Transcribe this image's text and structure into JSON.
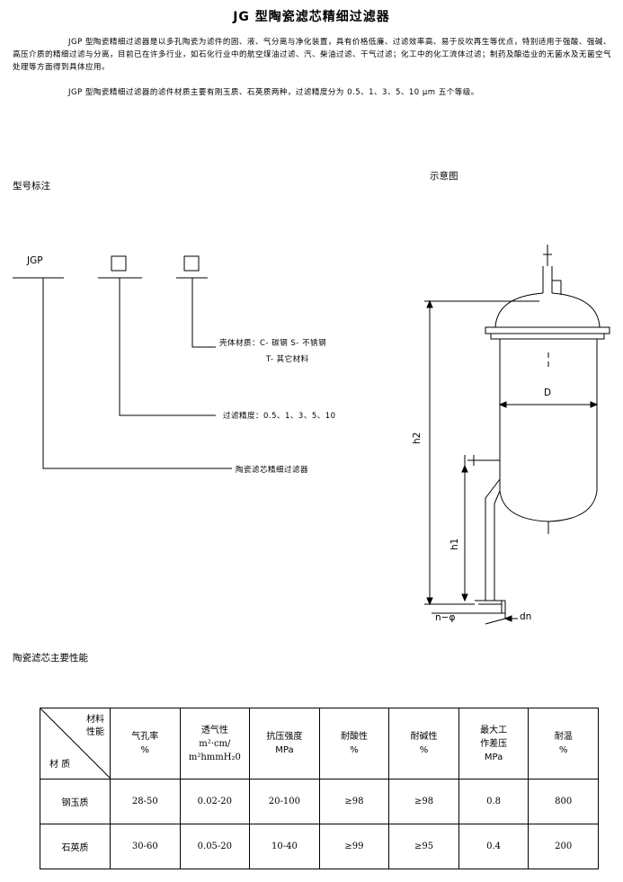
{
  "title": "JG 型陶瓷滤芯精细过滤器",
  "intro": {
    "p1": "JGP 型陶瓷精细过滤器是以多孔陶瓷为滤件的固、液、气分离与净化装置，具有价格低廉、过滤效率高、易于反吹再生等优点，特别适用于强酸、强碱、高压介质的精细过滤与分离，目前已在许多行业，如石化行业中的航空煤油过滤、汽、柴油过滤、干气过滤；化工中的化工流体过滤；制药及酿造业的无菌水及无菌空气处理等方面得到具体应用。",
    "p2": "JGP 型陶瓷精细过滤器的滤件材质主要有刚玉质、石英质两种，过滤精度分为 0.5、1、3、5、10 μm 五个等级。"
  },
  "model_section": {
    "heading": "型号标注",
    "code": "JGP",
    "shell_label_1": "壳体材质：C- 碳钢  S- 不锈钢",
    "shell_label_2": "T- 其它材料",
    "precision_label": "过滤精度：0.5、1、3、5、10",
    "filter_label": "陶瓷滤芯精细过滤器"
  },
  "schematic": {
    "heading": "示意图",
    "label_D": "D",
    "label_h2": "h2",
    "label_h1": "h1",
    "label_nphi": "n−φ",
    "label_dn": "dn"
  },
  "performance": {
    "heading": "陶瓷滤芯主要性能",
    "corner_top_1": "材料",
    "corner_top_2": "性能",
    "corner_bottom": "材  质",
    "columns": [
      {
        "line1": "气孔率",
        "line2": "%",
        "line3": ""
      },
      {
        "line1": "透气性",
        "line2": "m²·cm/",
        "line3": "m²hmmH₂0"
      },
      {
        "line1": "抗压强度",
        "line2": "MPa",
        "line3": ""
      },
      {
        "line1": "耐酸性",
        "line2": "%",
        "line3": ""
      },
      {
        "line1": "耐碱性",
        "line2": "%",
        "line3": ""
      },
      {
        "line1": "最大工",
        "line2": "作差压",
        "line3": "MPa"
      },
      {
        "line1": "耐温",
        "line2": "%",
        "line3": ""
      }
    ],
    "rows": [
      {
        "name": "钢玉质",
        "cells": [
          "28-50",
          "0.02-20",
          "20-100",
          "≥98",
          "≥98",
          "0.8",
          "800"
        ]
      },
      {
        "name": "石英质",
        "cells": [
          "30-60",
          "0.05-20",
          "10-40",
          "≥99",
          "≥95",
          "0.4",
          "200"
        ]
      }
    ]
  }
}
